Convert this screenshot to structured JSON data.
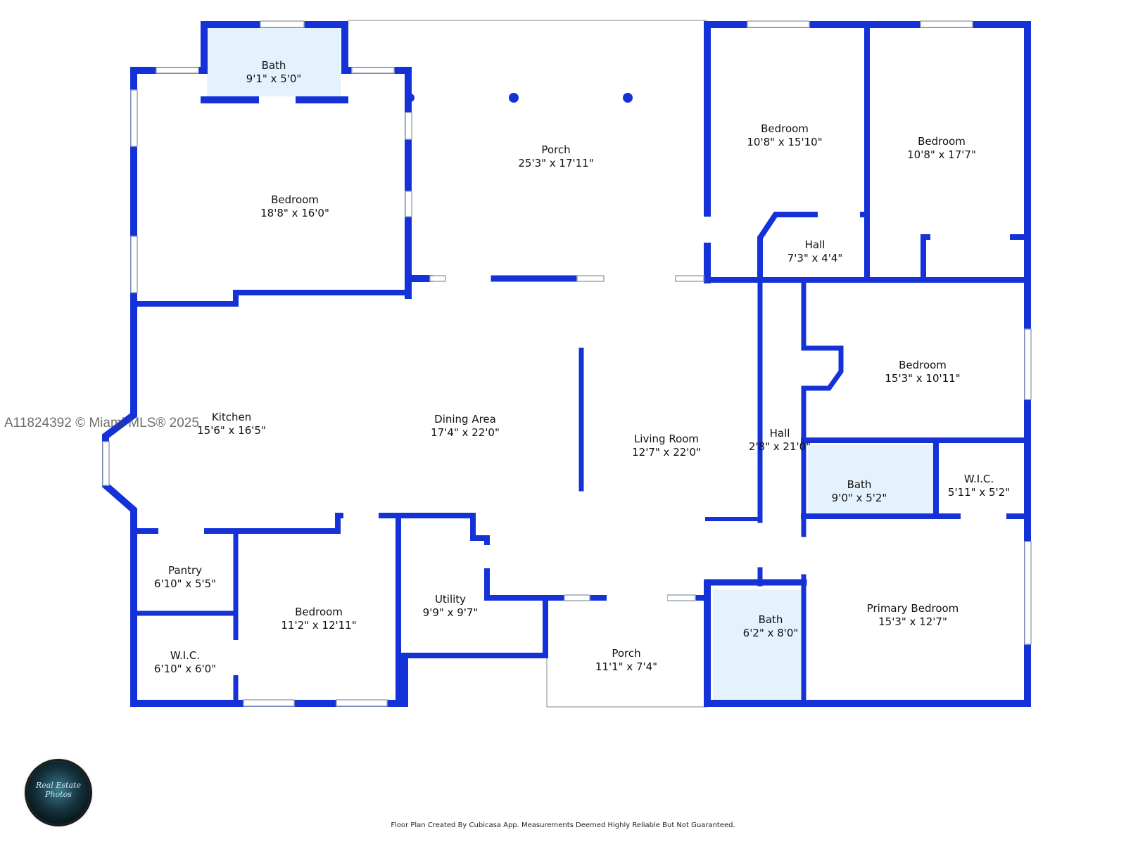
{
  "colors": {
    "wall": "#1432d8",
    "bath_fill": "#e3f2fc",
    "window": "#c9d4de",
    "background": "#ffffff"
  },
  "rooms": {
    "bath_top": {
      "name": "Bath",
      "dim": "9'1\" x 5'0\""
    },
    "bedroom_nw": {
      "name": "Bedroom",
      "dim": "18'8\" x 16'0\""
    },
    "porch_top": {
      "name": "Porch",
      "dim": "25'3\" x 17'11\""
    },
    "bedroom_n1": {
      "name": "Bedroom",
      "dim": "10'8\" x 15'10\""
    },
    "bedroom_n2": {
      "name": "Bedroom",
      "dim": "10'8\" x 17'7\""
    },
    "hall_top": {
      "name": "Hall",
      "dim": "7'3\" x 4'4\""
    },
    "kitchen": {
      "name": "Kitchen",
      "dim": "15'6\" x 16'5\""
    },
    "dining": {
      "name": "Dining Area",
      "dim": "17'4\" x 22'0\""
    },
    "living": {
      "name": "Living Room",
      "dim": "12'7\" x 22'0\""
    },
    "hall_mid": {
      "name": "Hall",
      "dim": "2'8\" x 21'0\""
    },
    "bedroom_e": {
      "name": "Bedroom",
      "dim": "15'3\" x 10'11\""
    },
    "bath_e": {
      "name": "Bath",
      "dim": "9'0\" x 5'2\""
    },
    "wic_e": {
      "name": "W.I.C.",
      "dim": "5'11\" x 5'2\""
    },
    "pantry": {
      "name": "Pantry",
      "dim": "6'10\" x 5'5\""
    },
    "wic_sw": {
      "name": "W.I.C.",
      "dim": "6'10\" x 6'0\""
    },
    "bedroom_sw": {
      "name": "Bedroom",
      "dim": "11'2\" x 12'11\""
    },
    "utility": {
      "name": "Utility",
      "dim": "9'9\" x 9'7\""
    },
    "porch_bottom": {
      "name": "Porch",
      "dim": "11'1\" x 7'4\""
    },
    "bath_s": {
      "name": "Bath",
      "dim": "6'2\" x 8'0\""
    },
    "primary": {
      "name": "Primary Bedroom",
      "dim": "15'3\" x 12'7\""
    }
  },
  "watermark": "A11824392 © Miami MLS® 2025",
  "footer": "Floor Plan Created By Cubicasa App. Measurements Deemed Highly Reliable But Not Guaranteed.",
  "logo_text": "Real Estate Photos"
}
